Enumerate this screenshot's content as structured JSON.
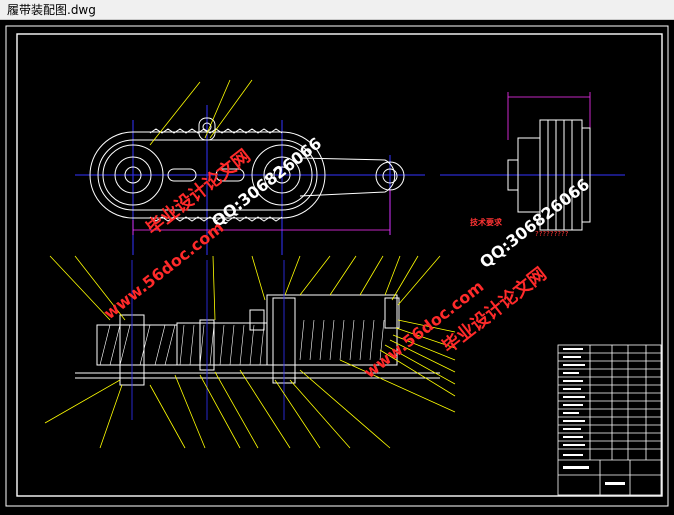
{
  "window": {
    "title": "履带装配图.dwg"
  },
  "watermarks": {
    "brand_cn": "毕业设计论文网",
    "qq": "QQ:306826066",
    "url": "www.56doc.com"
  },
  "drawing": {
    "tech_req_title": "技术要求",
    "tech_req_marks": "?????????"
  },
  "colors": {
    "background": "#000000",
    "lines": "#ffffff",
    "leaders": "#ffff00",
    "center": "#3333ff",
    "dims": "#ff33ff",
    "watermark": "#ff2a2a"
  }
}
